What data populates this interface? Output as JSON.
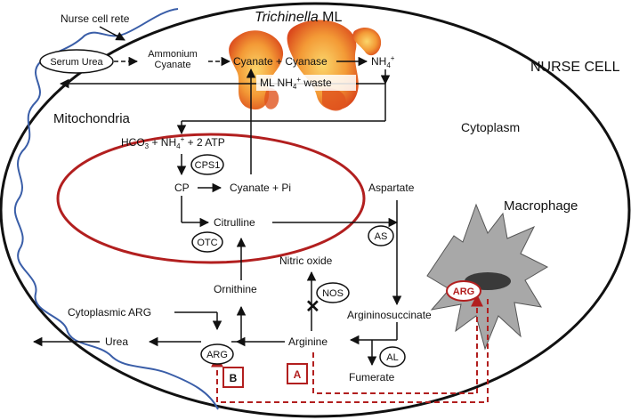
{
  "diagram": {
    "title_italic": "Trichinella",
    "title_rest": " ML",
    "nurse_cell": "NURSE CELL",
    "nurse_cell_rete": "Nurse cell rete",
    "cytoplasm": "Cytoplasm",
    "mitochondria": "Mitochondria",
    "macrophage": "Macrophage",
    "serum_urea": "Serum Urea",
    "ammonium": "Ammonium",
    "cyanate_top": "Cyanate",
    "cyanate_cyanase": "Cyanate + Cyanase",
    "nh4_top": "NH",
    "ml_waste_a": "ML NH",
    "ml_waste_b": " waste",
    "hco3_a": "HCO",
    "hco3_b": " + NH",
    "hco3_c": " + 2 ATP",
    "cps1": "CPS1",
    "cp": "CP",
    "cyanate_pi": "Cyanate + Pi",
    "aspartate": "Aspartate",
    "citrulline": "Citrulline",
    "otc": "OTC",
    "as": "AS",
    "nitric_oxide": "Nitric oxide",
    "nos": "NOS",
    "ornithine": "Ornithine",
    "argininosuccinate": "Argininosuccinate",
    "cyto_arg": "Cytoplasmic ARG",
    "urea": "Urea",
    "arg": "ARG",
    "arginine": "Arginine",
    "al": "AL",
    "fumerate": "Fumerate",
    "label_a": "A",
    "label_b": "B",
    "mac_arg": "ARG",
    "sub3": "3",
    "sub4": "4",
    "sup_plus": "+"
  },
  "colors": {
    "mitochondria_outline": "#b21f1f",
    "rete_outline": "#3a5ea8",
    "macrophage_fill": "#a8a8a8",
    "macrophage_nucleus": "#3a3a3a",
    "dashed_path": "#b21f1f",
    "parasite_a": "#f2a33a",
    "parasite_b": "#e0541e"
  }
}
